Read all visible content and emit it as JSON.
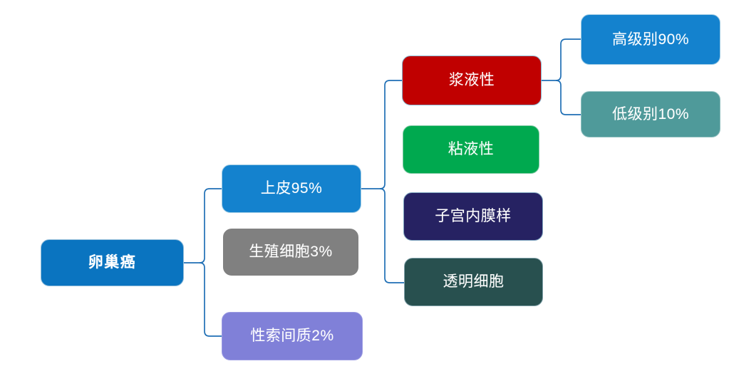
{
  "diagram": {
    "type": "hierarchy-tree",
    "orientation": "left-to-right",
    "background_color": "#FFFFFF",
    "connector_color": "#1F6FB5",
    "root": {
      "id": "ovarian-cancer",
      "label": "卵巢癌",
      "fill_color": "#0A74C0",
      "text_color": "#FFFFFF"
    },
    "level2": [
      {
        "id": "epithelial",
        "label": "上皮95%",
        "percent": 95,
        "fill_color": "#1482CE",
        "text_color": "#FFFFFF"
      },
      {
        "id": "germ-cell",
        "label": "生殖细胞3%",
        "percent": 3,
        "fill_color": "#808080",
        "text_color": "#FFFFFF"
      },
      {
        "id": "sex-cord",
        "label": "性索间质2%",
        "percent": 2,
        "fill_color": "#8080D8",
        "text_color": "#FFFFFF"
      }
    ],
    "level3": [
      {
        "id": "serous",
        "label": "浆液性",
        "fill_color": "#C00000",
        "text_color": "#FFFFFF"
      },
      {
        "id": "mucinous",
        "label": "粘液性",
        "fill_color": "#00A94F",
        "text_color": "#FFFFFF"
      },
      {
        "id": "endometrioid",
        "label": "子宫内膜样",
        "fill_color": "#262262",
        "text_color": "#FFFFFF"
      },
      {
        "id": "clear-cell",
        "label": "透明细胞",
        "fill_color": "#28504F",
        "text_color": "#FFFFFF"
      }
    ],
    "level4": [
      {
        "id": "high-grade",
        "label": "高级别90%",
        "percent": 90,
        "fill_color": "#1482CE",
        "text_color": "#FFFFFF"
      },
      {
        "id": "low-grade",
        "label": "低级别10%",
        "percent": 10,
        "fill_color": "#4F9A9A",
        "text_color": "#FFFFFF"
      }
    ]
  }
}
